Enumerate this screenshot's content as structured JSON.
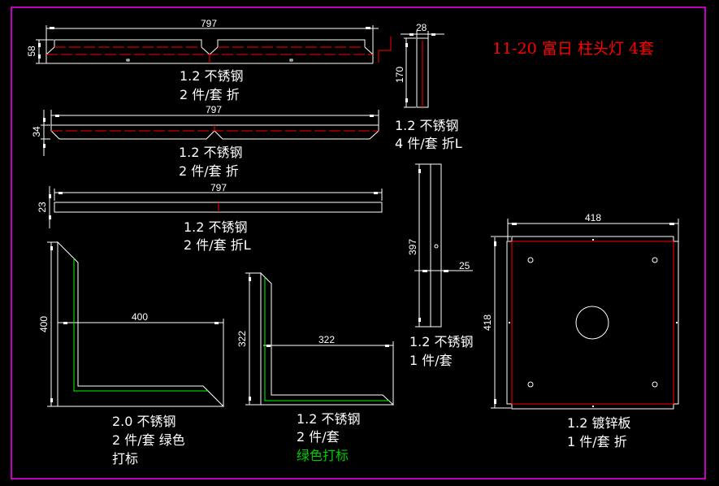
{
  "title": "11-20 富日 柱头灯 4套",
  "colors": {
    "background": "#000000",
    "frame": "#ff00ff",
    "outline": "#ffffff",
    "bend_line": "#ff0000",
    "marking": "#00ff00",
    "title": "#ff0000"
  },
  "parts": [
    {
      "id": "part-1",
      "dims": {
        "length": "797",
        "height": "58"
      },
      "material": "1.2 不锈钢",
      "qty": "2 件/套 折"
    },
    {
      "id": "part-2",
      "dims": {
        "length": "797",
        "height": "34"
      },
      "material": "1.2 不锈钢",
      "qty": "2 件/套 折"
    },
    {
      "id": "part-3",
      "dims": {
        "length": "797",
        "height": "23"
      },
      "material": "1.2 不锈钢",
      "qty": "2 件/套 折L"
    },
    {
      "id": "part-4",
      "dims": {
        "width": "28",
        "height": "170"
      },
      "material": "1.2 不锈钢",
      "qty": "4 件/套 折L"
    },
    {
      "id": "part-5",
      "dims": {
        "width": "25",
        "height": "397"
      },
      "material": "1.2 不锈钢",
      "qty": "1 件/套"
    },
    {
      "id": "part-6",
      "dims": {
        "width": "400",
        "height": "400"
      },
      "material": "2.0 不锈钢",
      "qty": "2 件/套 绿色",
      "note": "打标"
    },
    {
      "id": "part-7",
      "dims": {
        "width": "322",
        "height": "322"
      },
      "material": "1.2 不锈钢",
      "qty": "2 件/套",
      "note": "绿色打标"
    },
    {
      "id": "part-8",
      "dims": {
        "width": "418",
        "height": "418"
      },
      "material": "1.2 镀锌板",
      "qty": "1 件/套 折"
    }
  ]
}
